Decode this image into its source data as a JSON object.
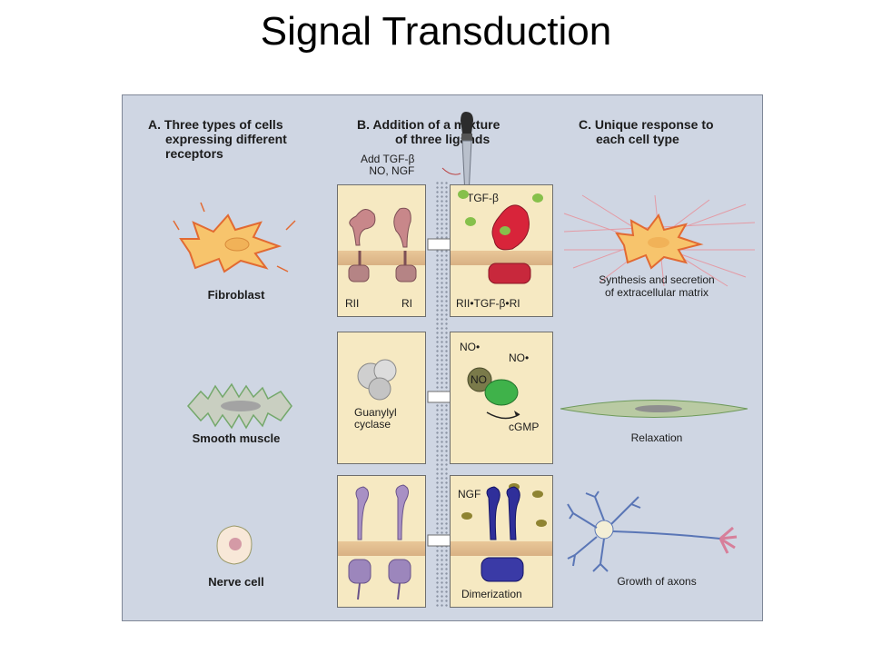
{
  "title": "Signal Transduction",
  "columns": {
    "a": [
      "A. Three types of cells",
      "expressing different",
      "receptors"
    ],
    "b": [
      "B. Addition of a mixture",
      "of three ligands"
    ],
    "c": [
      "C. Unique response to",
      "each cell type"
    ]
  },
  "dropper_label": [
    "Add TGF-β",
    "NO, NGF"
  ],
  "rows": [
    {
      "cell": "Fibroblast",
      "left_labels": [
        "RII",
        "RI"
      ],
      "ligand": "TGF-β",
      "complex": "RII•TGF-β•RI",
      "response": [
        "Synthesis and secretion",
        "of extracellular matrix"
      ]
    },
    {
      "cell": "Smooth muscle",
      "left_labels": [
        "Guanylyl",
        "cyclase"
      ],
      "ligand": "NO•",
      "ligand2": "NO•",
      "bound": "NO",
      "product": "cGMP",
      "response": [
        "Relaxation"
      ]
    },
    {
      "cell": "Nerve cell",
      "ligand": "NGF",
      "complex": "Dimerization",
      "response": [
        "Growth of axons"
      ]
    }
  ]
}
